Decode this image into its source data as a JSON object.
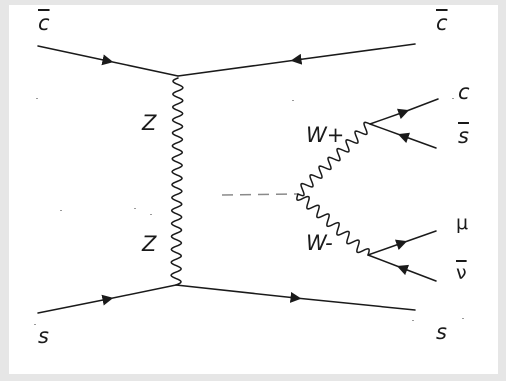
{
  "particles": {
    "c_bar_left": "c",
    "c_bar_right": "c",
    "z_upper": "Z",
    "z_lower": "Z",
    "w_plus": "W+",
    "w_minus": "W-",
    "c_out": "c",
    "s_bar_out": "s",
    "mu_out": "μ",
    "nu_bar_out": "ν",
    "s_left": "s",
    "s_right": "s"
  },
  "colors": {
    "ink": "#1a1a1a",
    "background": "#ffffff",
    "frame_shading": "#e6e6e6",
    "speckle": "#9a9a9a",
    "dashed_line": "#8a8a8a"
  }
}
